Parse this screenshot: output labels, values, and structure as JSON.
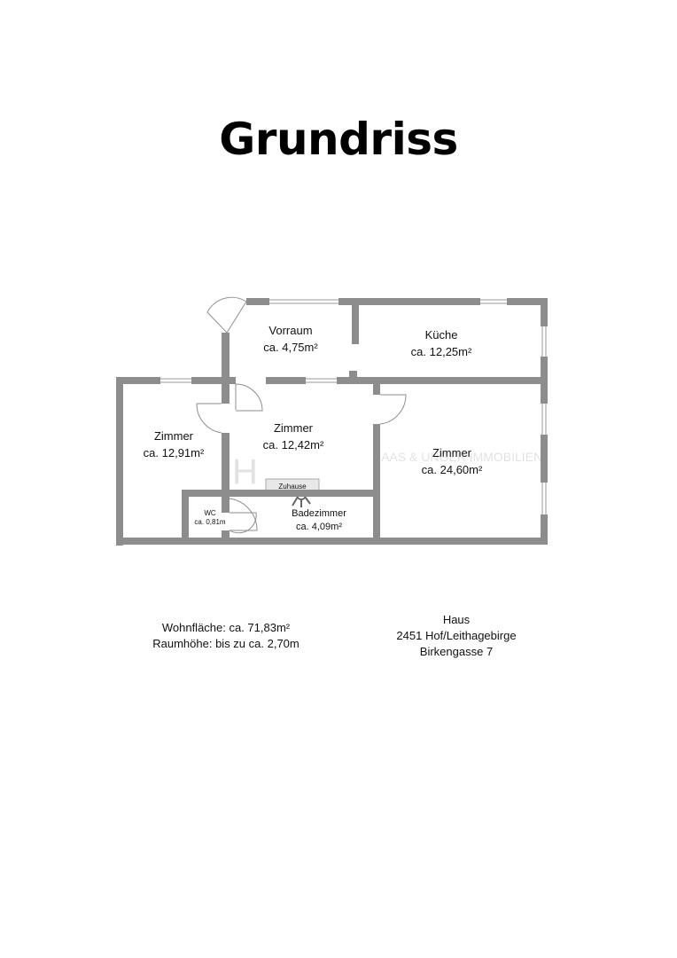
{
  "title": "Grundriss",
  "rooms": {
    "vorraum": {
      "name": "Vorraum",
      "area": "ca. 4,75m²"
    },
    "kueche": {
      "name": "Küche",
      "area": "ca. 12,25m²"
    },
    "zimmer_left": {
      "name": "Zimmer",
      "area": "ca. 12,91m²"
    },
    "zimmer_mid": {
      "name": "Zimmer",
      "area": "ca. 12,42m²"
    },
    "zimmer_right": {
      "name": "Zimmer",
      "area": "ca. 24,60m²"
    },
    "wc": {
      "name": "WC",
      "area": "ca. 0,81m"
    },
    "bad": {
      "name": "Badezimmer",
      "area": "ca. 4,09m²"
    }
  },
  "summary": {
    "wohnflaeche": "Wohnfläche: ca. 71,83m²",
    "raumhoehe": "Raumhöhe: bis zu ca. 2,70m"
  },
  "address": {
    "type": "Haus",
    "city": "2451 Hof/Leithagebirge",
    "street": "Birkengasse 7"
  },
  "watermark": {
    "line1": "HAAS & UNGER IMMOBILIEN",
    "line2": "Zuhause"
  },
  "colors": {
    "wall": "#8d8d8d",
    "background": "#ffffff"
  }
}
